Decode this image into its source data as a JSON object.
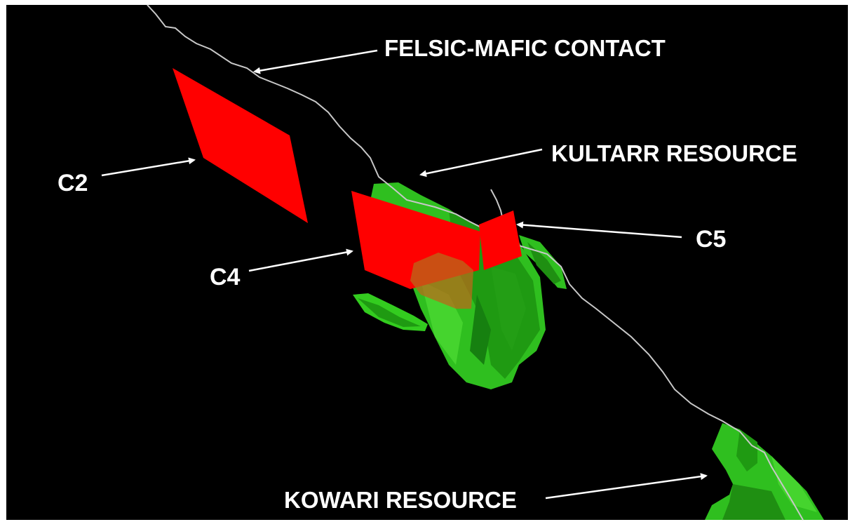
{
  "labels": {
    "felsic_mafic_contact": "FELSIC-MAFIC CONTACT",
    "kultarr_resource": "KULTARR RESOURCE",
    "kowari_resource": "KOWARI RESOURCE",
    "c2": "C2",
    "c4": "C4",
    "c5": "C5"
  },
  "colors": {
    "background": "#000000",
    "frame": "#ffffff",
    "target_plane": "#ff0000",
    "resource_solid": "#33cc1f",
    "resource_dark": "#1f8f12",
    "contact_line": "#c8c8c8",
    "text": "#ffffff"
  }
}
